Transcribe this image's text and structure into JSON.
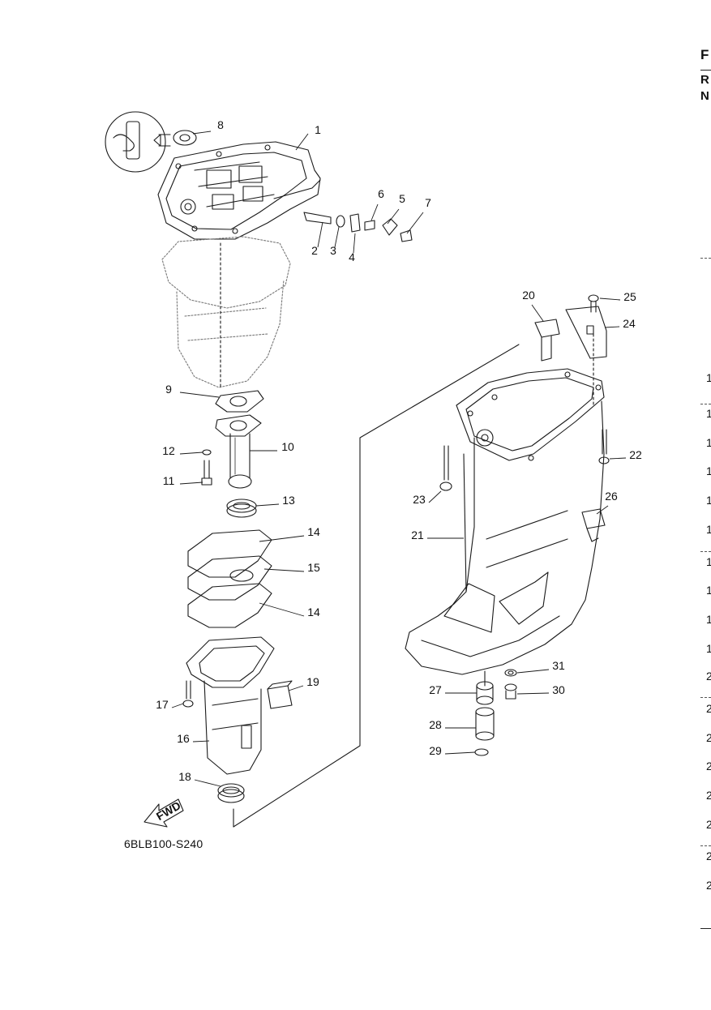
{
  "diagram": {
    "code": "6BLB100-S240",
    "fwd_label": "FWD",
    "callouts": [
      "1",
      "2",
      "3",
      "4",
      "5",
      "6",
      "7",
      "8",
      "9",
      "10",
      "11",
      "12",
      "13",
      "14",
      "15",
      "14",
      "16",
      "17",
      "18",
      "19",
      "20",
      "21",
      "22",
      "23",
      "24",
      "25",
      "26",
      "27",
      "28",
      "29",
      "30",
      "31"
    ]
  },
  "right_edge": {
    "header_letters": [
      "F",
      "R",
      "N"
    ],
    "row_numbers": [
      "1",
      "1",
      "1",
      "1",
      "1",
      "1",
      "1",
      "1",
      "1",
      "1",
      "2",
      "2",
      "2",
      "2",
      "2",
      "2",
      "2",
      "2"
    ]
  }
}
